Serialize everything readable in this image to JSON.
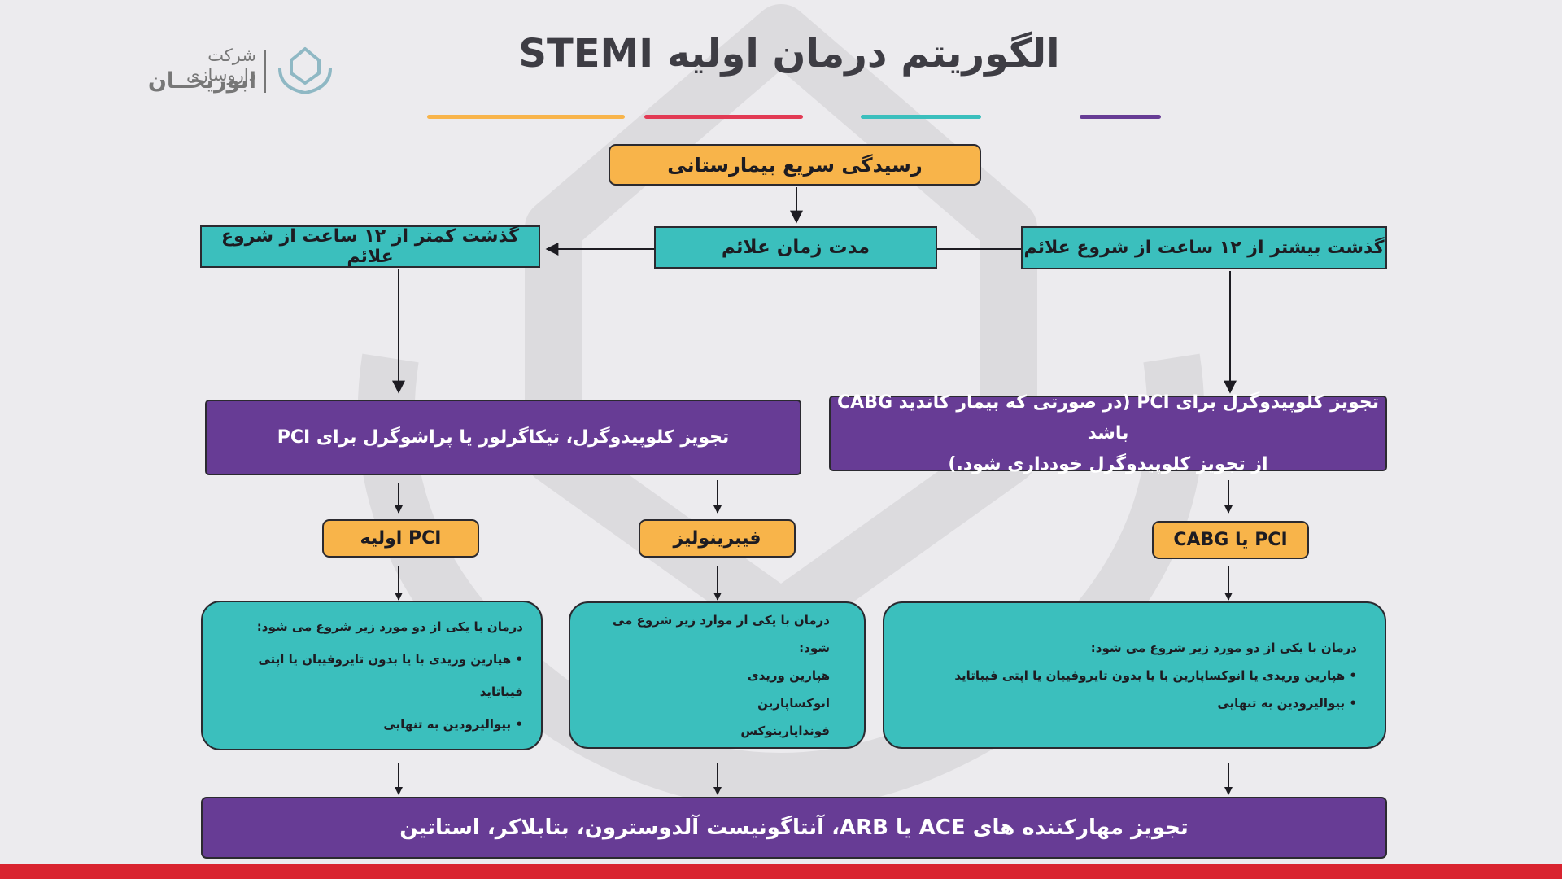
{
  "title": "الگوریتم درمان اولیه STEMI",
  "logo": {
    "line1": "شرکت داروسازی",
    "line2": "ابوریحــان"
  },
  "colors": {
    "orange": "#f8b44a",
    "teal": "#3bbfbd",
    "purple": "#673c95",
    "red": "#d9232f",
    "pink": "#e23a54"
  },
  "nodes": {
    "rapid": "رسیدگی سریع بیمارستانی",
    "duration": "مدت زمان علائم",
    "less12": "گذشت کمتر از ۱۲ ساعت از شروع علائم",
    "more12": "گذشت بیشتر از ۱۲ ساعت از شروع علائم",
    "left_rx": "تجویز کلوپیدوگرل، تیکاگرلور یا پراشوگرل برای PCI",
    "right_rx_1": "تجویز کلوپیدوگرل برای PCI (در صورتی که بیمار کاندید CABG باشد",
    "right_rx_2": "از تجویز کلوپیدوگرل خودداری شود.)",
    "primary_pci": "PCI اولیه",
    "fibrinolysis": "فیبرینولیز",
    "cabg_pci": "PCI یا CABG",
    "final": "تجویز مهارکننده های ACE یا ARB، آنتاگونیست آلدوسترون، بتابلاکر، استاتین"
  },
  "lists": {
    "left": {
      "intro": "درمان با یکی از دو مورد زیر شروع می شود:",
      "items": [
        "• هپارین وریدی با یا بدون تایروفیبان یا اپتی فیباتاید",
        "• بیوالیرودین به تنهایی"
      ]
    },
    "middle": {
      "intro": "درمان با یکی از موارد زیر شروع می شود:",
      "items": [
        "هپارین وریدی",
        "انوکساپارین",
        "فونداپارینوکس"
      ]
    },
    "right": {
      "intro": "درمان با یکی از دو مورد زیر شروع می شود:",
      "items": [
        "• هپارین وریدی یا انوکساپارین با یا بدون تایروفیبان یا اپتی فیباتاید",
        "• بیوالیرودین به تنهایی"
      ]
    }
  }
}
